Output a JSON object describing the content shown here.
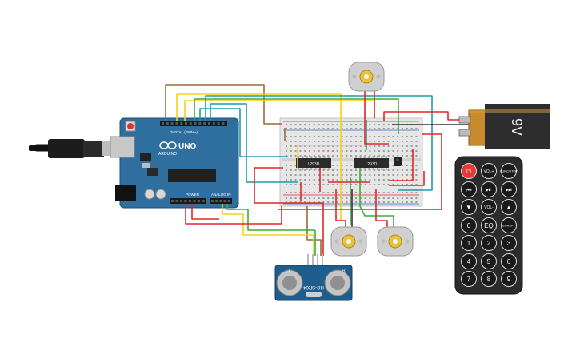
{
  "arduino": {
    "brand": "ARDUINO",
    "model": "UNO",
    "digital_label": "DIGITAL (PWM~)",
    "power_label": "POWER",
    "analog_label": "ANALOG IN"
  },
  "drivers": [
    {
      "label": "L293D"
    },
    {
      "label": "L293D"
    }
  ],
  "battery": {
    "label": "9V"
  },
  "sensor": {
    "label": "HC-SR04",
    "t_label": "T",
    "r_label": "R"
  },
  "remote": {
    "buttons": [
      {
        "label": "⏻",
        "icon": "power-icon",
        "color": "#e53935"
      },
      {
        "label": "VOL+"
      },
      {
        "label": "FUNC/STOP"
      },
      {
        "label": "⏮",
        "icon": "skip-back-icon"
      },
      {
        "label": "⏯",
        "icon": "play-pause-icon"
      },
      {
        "label": "⏭",
        "icon": "skip-forward-icon"
      },
      {
        "label": "▼",
        "icon": "down-icon"
      },
      {
        "label": "VOL-"
      },
      {
        "label": "▲",
        "icon": "up-icon"
      },
      {
        "label": "0"
      },
      {
        "label": "EQ"
      },
      {
        "label": "ST/REPT"
      },
      {
        "label": "1"
      },
      {
        "label": "2"
      },
      {
        "label": "3"
      },
      {
        "label": "4"
      },
      {
        "label": "5"
      },
      {
        "label": "6"
      },
      {
        "label": "7"
      },
      {
        "label": "8"
      },
      {
        "label": "9"
      }
    ]
  },
  "motors": [
    {
      "name": "motor-top"
    },
    {
      "name": "motor-bottom-left"
    },
    {
      "name": "motor-bottom-right"
    }
  ],
  "colors": {
    "board": "#2f6f9f",
    "wire_red": "#e0282c",
    "wire_yellow": "#f2d21b",
    "wire_green": "#3aae3a",
    "wire_brown": "#9a6a3c",
    "wire_teal": "#1f9aa8",
    "wire_black": "#333333"
  }
}
